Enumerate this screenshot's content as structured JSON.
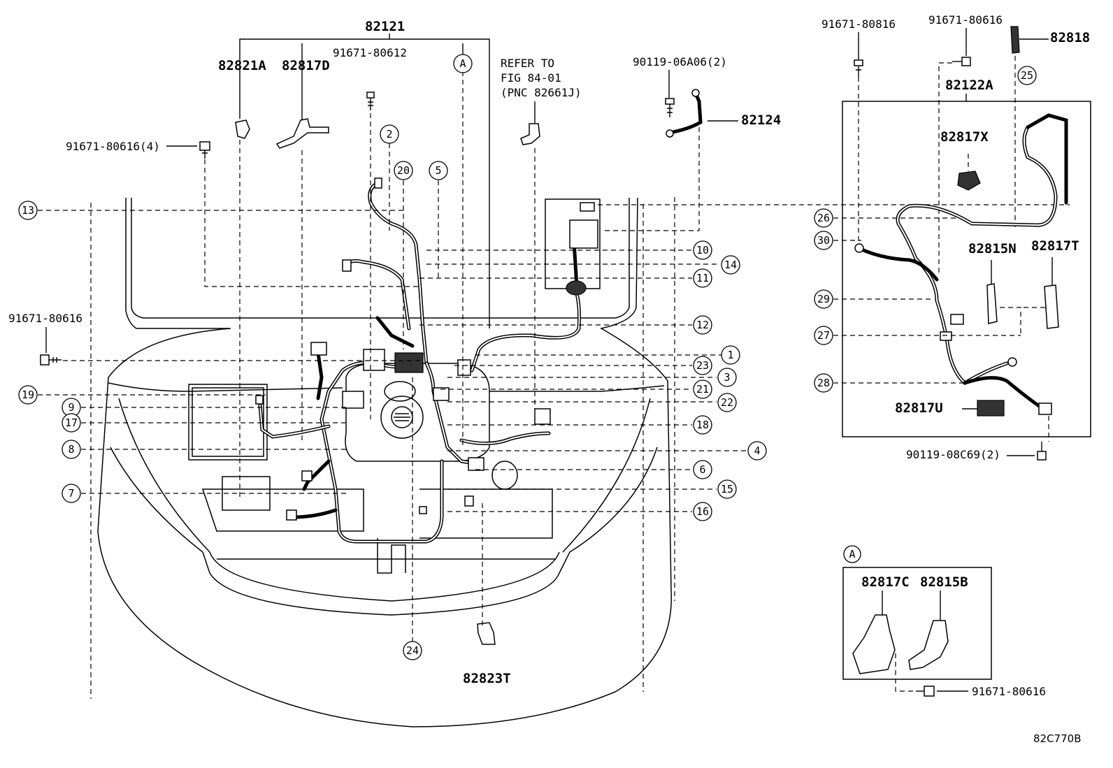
{
  "diagram": {
    "part_labels": {
      "p82121": "82121",
      "p82821A": "82821A",
      "p82817D": "82817D",
      "p91671_80612": "91671-80612",
      "p91671_80616_4": "91671-80616(4)",
      "p91671_80616_left": "91671-80616",
      "refer_line1": "REFER TO",
      "refer_line2": "FIG 84-01",
      "refer_line3": "(PNC 82661J)",
      "p90119_06A06": "90119-06A06(2)",
      "p82124": "82124",
      "p91671_80816": "91671-80816",
      "p91671_80616_top": "91671-80616",
      "p82818": "82818",
      "p82122A": "82122A",
      "p82817X": "82817X",
      "p82815N": "82815N",
      "p82817T": "82817T",
      "p82817U": "82817U",
      "p90119_08C69": "90119-08C69(2)",
      "p82817C": "82817C",
      "p82815B": "82815B",
      "p91671_80616_bottom": "91671-80616",
      "p82823T": "82823T"
    },
    "callouts": {
      "c1": "1",
      "c2": "2",
      "c3": "3",
      "c4": "4",
      "c5": "5",
      "c6": "6",
      "c7": "7",
      "c8": "8",
      "c9": "9",
      "c10": "10",
      "c11": "11",
      "c12": "12",
      "c13": "13",
      "c14": "14",
      "c15": "15",
      "c16": "16",
      "c17": "17",
      "c18": "18",
      "c19": "19",
      "c20": "20",
      "c21": "21",
      "c22": "22",
      "c23": "23",
      "c24": "24",
      "c25": "25",
      "c26": "26",
      "c27": "27",
      "c28": "28",
      "c29": "29",
      "c30": "30",
      "cA_top": "A",
      "cA_box": "A"
    },
    "figure_code": "82C770B"
  }
}
